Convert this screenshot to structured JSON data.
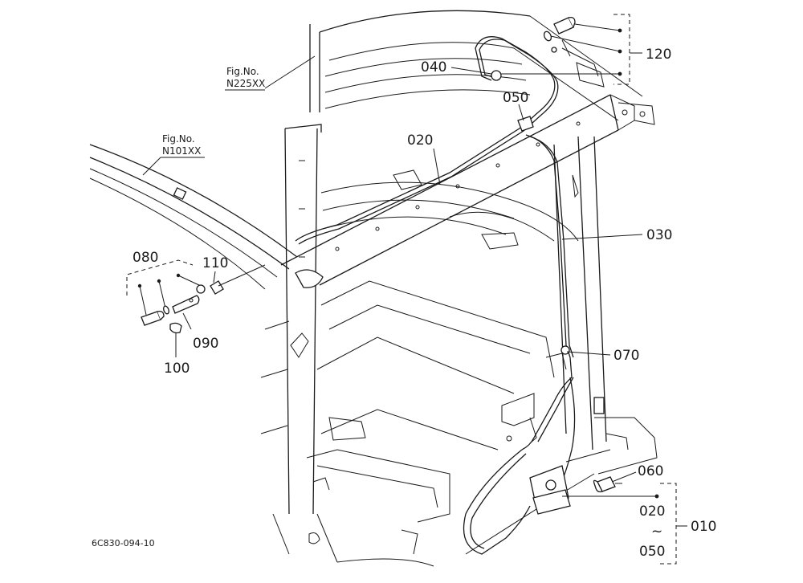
{
  "references": [
    {
      "fig_label": "Fig.No.",
      "fig_number": "N225XX"
    },
    {
      "fig_label": "Fig.No.",
      "fig_number": "N101XX"
    }
  ],
  "callouts": {
    "c120": "120",
    "c040": "040",
    "c050": "050",
    "c020": "020",
    "c030": "030",
    "c080": "080",
    "c110": "110",
    "c090": "090",
    "c100": "100",
    "c070": "070",
    "c060": "060",
    "c010": "010"
  },
  "range_group": {
    "from": "020",
    "tilde": "~",
    "to": "050"
  },
  "diagram_code": "6C830-094-10"
}
